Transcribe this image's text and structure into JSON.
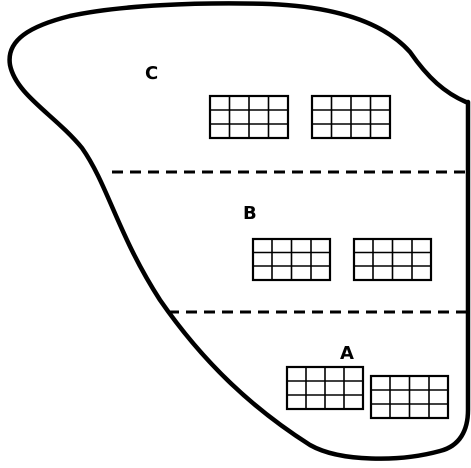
{
  "zones": [
    {
      "label": "C"
    },
    {
      "label": "B"
    },
    {
      "label": "A"
    }
  ]
}
